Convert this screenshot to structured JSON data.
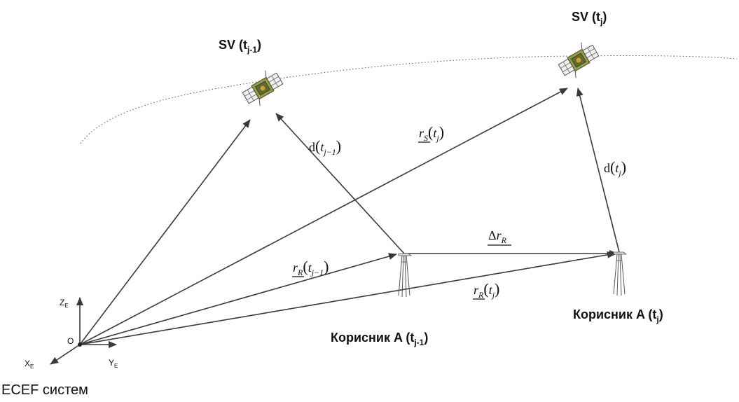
{
  "satellites": {
    "previous": {
      "name": "SV",
      "paren_open": " (t",
      "sub": "j-1",
      "paren_close": ")"
    },
    "current": {
      "name": "SV",
      "paren_open": " (t",
      "sub": "j",
      "paren_close": ")"
    }
  },
  "receivers": {
    "previous": {
      "name": "Корисник A",
      "paren_open": " (t",
      "sub": "j-1",
      "paren_close": ")"
    },
    "current": {
      "name": "Корисник A",
      "paren_open": " (t",
      "sub": "j",
      "paren_close": ")"
    }
  },
  "vector_labels": {
    "d_prev": {
      "d": "d",
      "open": "(",
      "t": "t",
      "sub": "j−1",
      "close": ")"
    },
    "d_curr": {
      "d": "d",
      "open": "(",
      "t": "t",
      "sub": "j",
      "close": ")"
    },
    "rs": {
      "r": "r",
      "rsub": "S",
      "open": "(",
      "t": "t",
      "sub": "j",
      "close": ")"
    },
    "rr_prev": {
      "r": "r",
      "rsub": "R",
      "open": "(",
      "t": "t",
      "sub": "j−1",
      "close": ")"
    },
    "rr_curr": {
      "r": "r",
      "rsub": "R",
      "open": "(",
      "t": "t",
      "sub": "j",
      "close": ")"
    },
    "delta_r": {
      "delta": "Δ",
      "r": "r",
      "rsub": "R"
    }
  },
  "axes": {
    "origin": "O",
    "z": {
      "letter": "Z",
      "sub": "E"
    },
    "x": {
      "letter": "X",
      "sub": "E"
    },
    "y": {
      "letter": "Y",
      "sub": "E"
    }
  },
  "caption": "ECEF систем"
}
